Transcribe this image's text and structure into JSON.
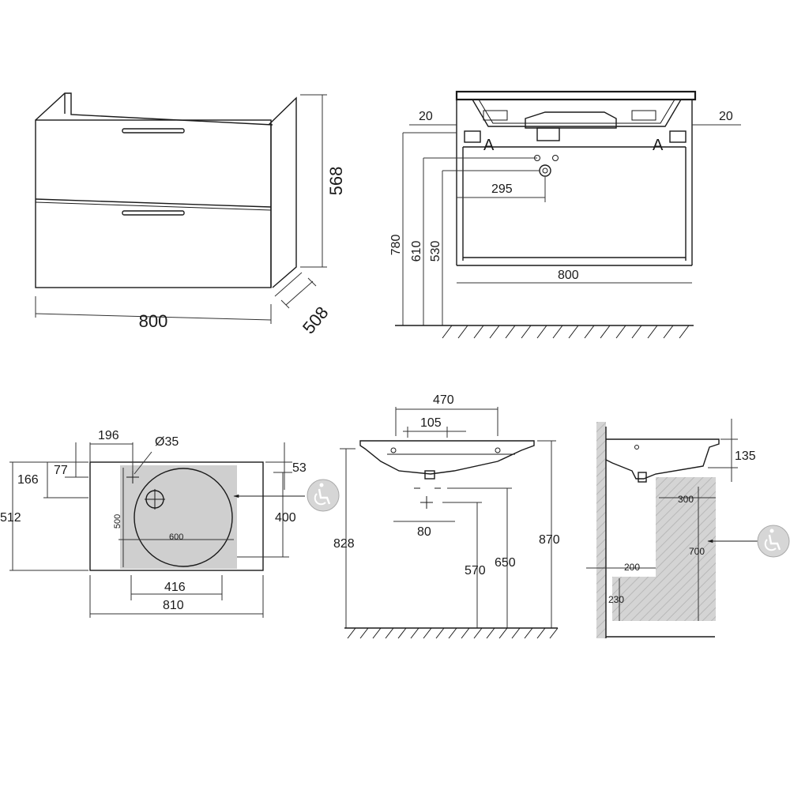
{
  "views": {
    "cabinet_iso": {
      "width": "800",
      "height": "568",
      "depth": "508"
    },
    "cabinet_front": {
      "left_gap": "20",
      "right_gap": "20",
      "section_a_left": "A",
      "section_a_right": "A",
      "hole_offset": "295",
      "width": "800",
      "height_780": "780",
      "height_610": "610",
      "height_530": "530"
    },
    "basin_top": {
      "d196": "196",
      "hole_dia": "Ø35",
      "d166": "166",
      "d77": "77",
      "d53": "53",
      "d512": "512",
      "d500": "500",
      "d600": "600",
      "d400": "400",
      "d416": "416",
      "d810": "810"
    },
    "basin_front": {
      "d470": "470",
      "d105": "105",
      "d80": "80",
      "d828": "828",
      "d570": "570",
      "d650": "650",
      "d870": "870"
    },
    "basin_side": {
      "d135": "135",
      "d300": "300",
      "d700": "700",
      "d200": "200",
      "d230": "230"
    }
  },
  "icons": [
    "wheelchair-accessibility-icon"
  ],
  "colors": {
    "line": "#1a1a1a",
    "clearance_zone": "#cfcfcf"
  }
}
